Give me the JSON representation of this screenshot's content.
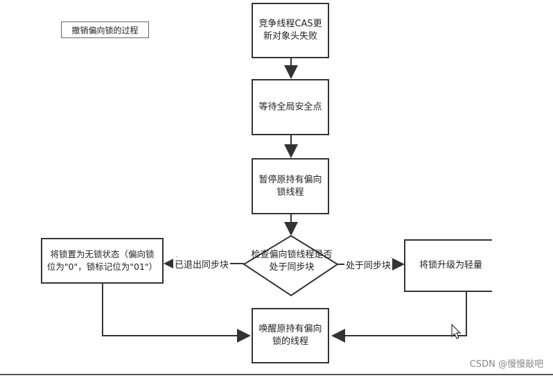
{
  "title": "撤销偏向锁的过程",
  "nodes": {
    "cas_fail": "竞争线程CAS更新对象头失败",
    "wait_safepoint": "等待全局安全点",
    "pause_thread": "暂停原持有偏向锁线程",
    "check_decision": "检查偏向锁线程是否处于同步块",
    "set_unlocked": "将锁置为无锁状态（偏向锁位为\"0\"，锁标记位为\"01\"）",
    "upgrade_light": "将锁升级为轻量",
    "wake_thread": "唤醒原持有偏向锁的线程"
  },
  "edges": {
    "exited_sync": "已退出同步块",
    "in_sync": "处于同步块"
  },
  "watermark": "CSDN @慢慢敲吧"
}
